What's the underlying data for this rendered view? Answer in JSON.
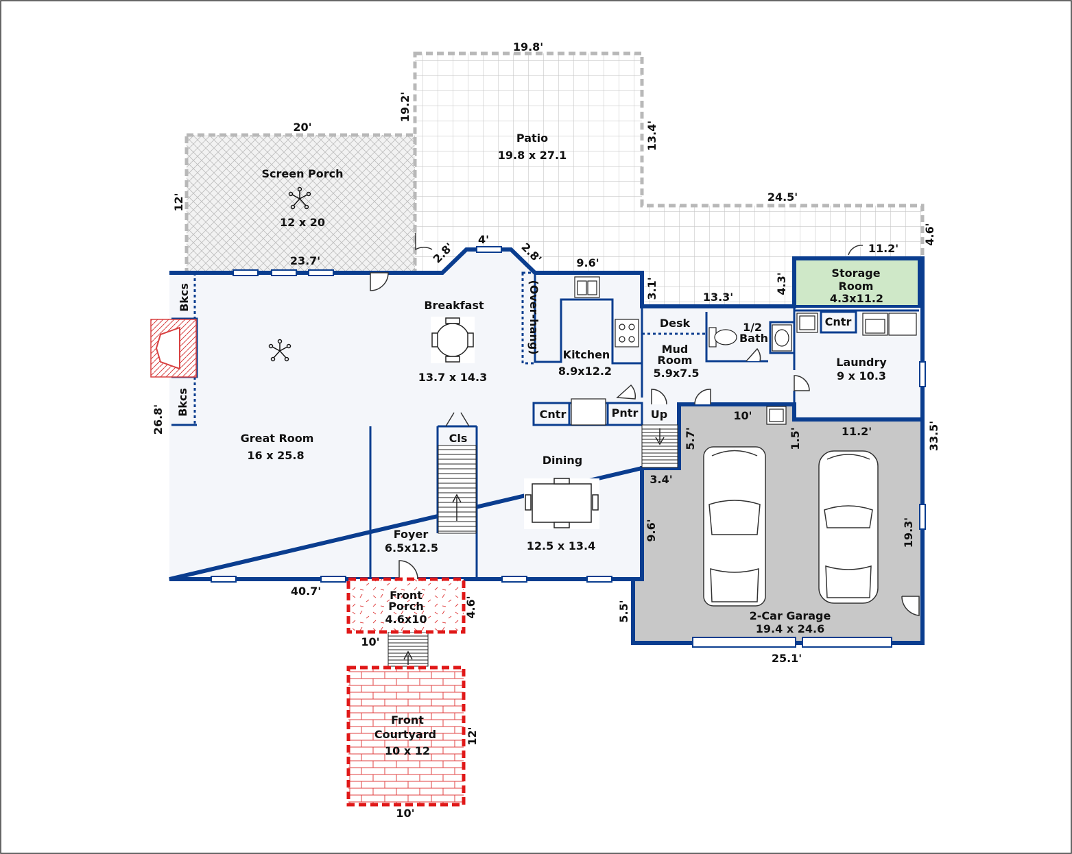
{
  "colors": {
    "wall": "#0a3d8f",
    "outdoor_border": "#b8b8b8",
    "porch_red": "#e01818",
    "garage_fill": "#c8c8c8",
    "storage_fill": "#cfe8c8",
    "fireplace": "#d84040"
  },
  "rooms": {
    "patio": {
      "name": "Patio",
      "size": "19.8 x 27.1"
    },
    "screen_porch": {
      "name": "Screen Porch",
      "size": "12 x 20"
    },
    "breakfast": {
      "name": "Breakfast",
      "size": "13.7 x 14.3"
    },
    "kitchen": {
      "name": "Kitchen",
      "size": "8.9x12.2"
    },
    "mud_room": {
      "name1": "Mud",
      "name2": "Room",
      "size": "5.9x7.5"
    },
    "half_bath": {
      "name1": "1/2",
      "name2": "Bath"
    },
    "storage_room": {
      "name1": "Storage",
      "name2": "Room",
      "size": "4.3x11.2"
    },
    "laundry": {
      "name": "Laundry",
      "size": "9 x 10.3"
    },
    "great_room": {
      "name": "Great Room",
      "size": "16 x 25.8"
    },
    "dining": {
      "name": "Dining",
      "size": "12.5 x 13.4"
    },
    "foyer": {
      "name": "Foyer",
      "size": "6.5x12.5"
    },
    "garage": {
      "name": "2-Car Garage",
      "size": "19.4 x 24.6"
    },
    "front_porch": {
      "name1": "Front",
      "name2": "Porch",
      "size": "4.6x10"
    },
    "front_courtyard": {
      "name1": "Front",
      "name2": "Courtyard",
      "size": "10 x 12"
    }
  },
  "labels": {
    "bkcs": "Bkcs",
    "desk": "Desk",
    "cntr": "Cntr",
    "pntr": "Pntr",
    "up": "Up",
    "cls": "Cls",
    "overhang": "(Over-hang)"
  },
  "dimensions": {
    "patio_top": "19.8'",
    "patio_left": "19.2'",
    "patio_right": "13.4'",
    "porch_top": "20'",
    "porch_left": "12'",
    "house_top": "23.7'",
    "bay_left": "2.8'",
    "bay_top": "4'",
    "bay_right": "2.8'",
    "kitchen_top": "9.6'",
    "patio_ext_top": "24.5'",
    "patio_ext_right": "4.6'",
    "storage_top": "11.2'",
    "storage_left": "4.3'",
    "patio_ext_bottom": "13.3'",
    "kitchen_right": "3.1'",
    "house_left": "26.8'",
    "house_bottom": "40.7'",
    "house_right": "33.5'",
    "garage_top_left": "10'",
    "garage_step": "1.5'",
    "garage_top_right": "11.2'",
    "garage_stair": "5.7'",
    "garage_notch": "3.4'",
    "garage_left": "9.6'",
    "garage_right": "19.3'",
    "garage_left_low": "5.5'",
    "garage_bottom": "25.1'",
    "front_porch_right": "4.6'",
    "front_porch_bottom": "10'",
    "courtyard_right": "12'",
    "courtyard_bottom": "10'"
  }
}
